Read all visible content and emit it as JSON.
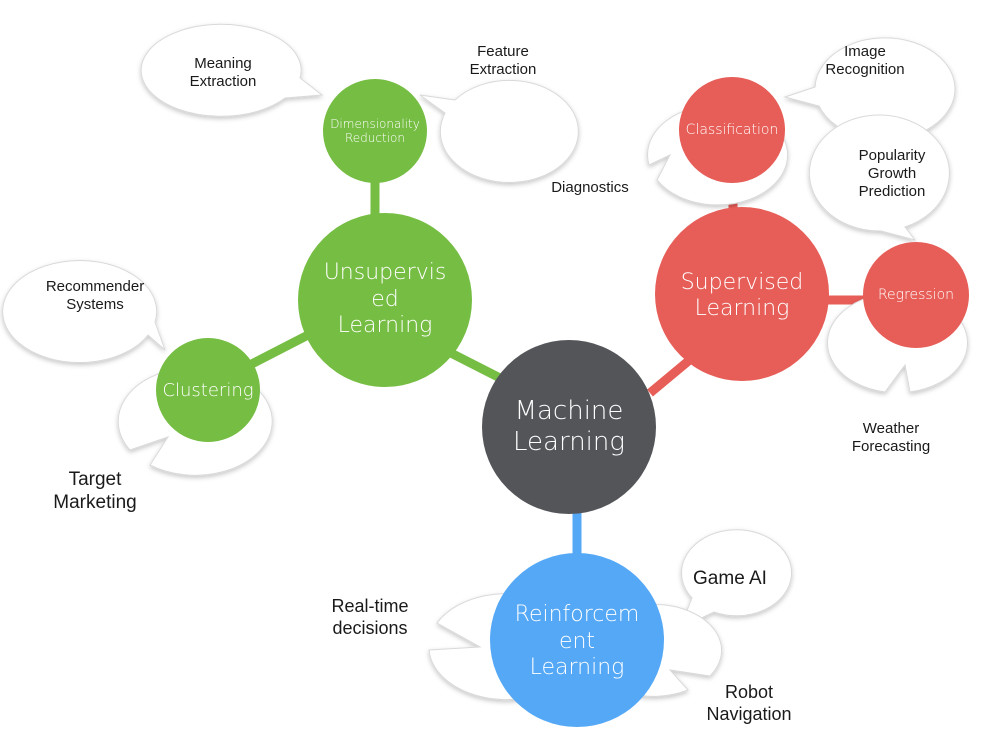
{
  "colors": {
    "center": "#535559",
    "unsupervised": "#76bd43",
    "supervised": "#e75d57",
    "reinforcement": "#55a8f6",
    "bubble_fill": "#ffffff",
    "bubble_stroke": "#d9d9d9"
  },
  "diagram": {
    "center": {
      "label": "Machine\nLearning"
    },
    "unsupervised": {
      "label": "Unsupervis\ned\nLearning"
    },
    "dimensionality": {
      "label": "Dimensionality\nReduction"
    },
    "clustering": {
      "label": "Clustering"
    },
    "supervised": {
      "label": "Supervised\nLearning"
    },
    "classification": {
      "label": "Classification"
    },
    "regression": {
      "label": "Regression"
    },
    "reinforcement": {
      "label": "Reinforcem\nent\nLearning"
    }
  },
  "bubbles": {
    "meaning_extraction": "Meaning\nExtraction",
    "feature_extraction": "Feature\nExtraction",
    "recommender_systems": "Recommender\nSystems",
    "target_marketing": "Target\nMarketing",
    "diagnostics": "Diagnostics",
    "image_recognition": "Image\nRecognition",
    "popularity_growth": "Popularity\nGrowth\nPrediction",
    "weather_forecasting": "Weather\nForecasting",
    "real_time_decisions": "Real-time\ndecisions",
    "game_ai": "Game AI",
    "robot_navigation": "Robot\nNavigation"
  }
}
